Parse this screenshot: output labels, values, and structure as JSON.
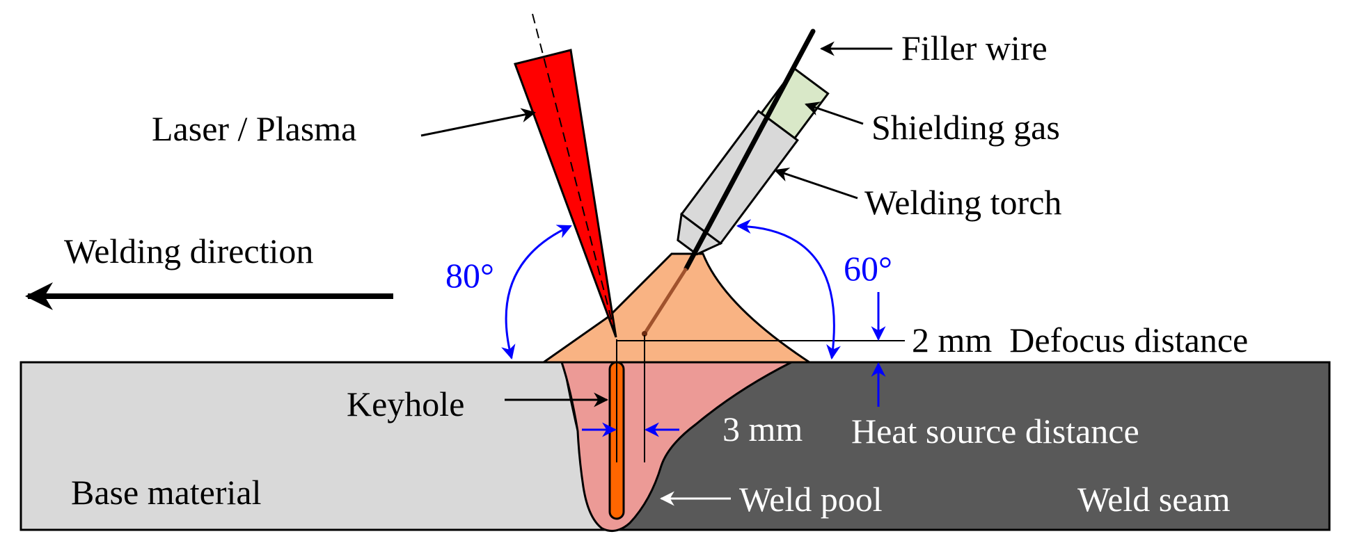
{
  "labels": {
    "filler_wire": "Filler wire",
    "shielding_gas": "Shielding gas",
    "welding_torch": "Welding torch",
    "laser_plasma": "Laser / Plasma",
    "welding_direction": "Welding direction",
    "angle_laser": "80°",
    "angle_torch": "60°",
    "defocus_distance": "2 mm  Defocus distance",
    "keyhole": "Keyhole",
    "heat_source_gap": "3 mm",
    "heat_source_distance": "Heat source distance",
    "base_material": "Base material",
    "weld_pool": "Weld pool",
    "weld_seam": "Weld seam"
  },
  "colors": {
    "base_material": "#d9d9d9",
    "weld_seam": "#595959",
    "weld_pool": "#ec9a96",
    "arc_plasma": "#f9b383",
    "laser_beam": "#ff0000",
    "keyhole": "#ff6600",
    "gas_nozzle": "#d9e8c8",
    "torch_body": "#d9d9d9",
    "filler_wire_tip": "#a0522d",
    "dimension": "#0000ff",
    "outline": "#000000"
  }
}
